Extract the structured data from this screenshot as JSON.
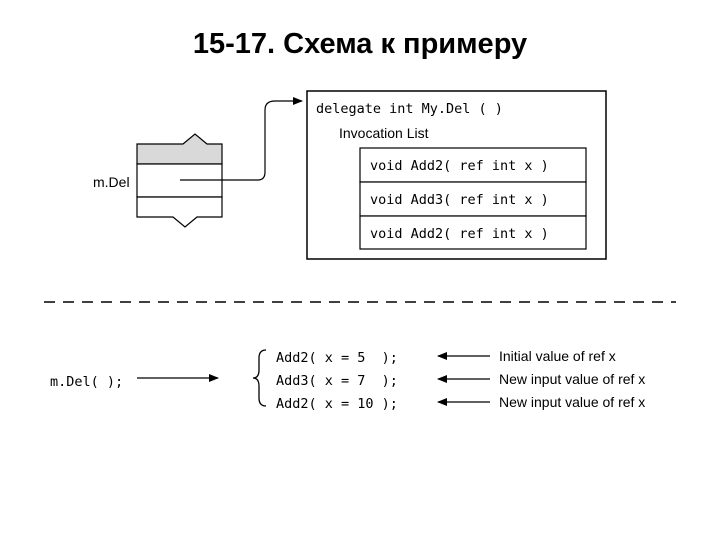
{
  "title": "15-17. Схема к примеру",
  "variable_label": "m.Del",
  "delegate": {
    "declaration": "delegate int My.Del  (   )",
    "list_title": "Invocation List",
    "entries": [
      "void Add2( ref int x )",
      "void Add3( ref int x )",
      "void Add2( ref int x )"
    ]
  },
  "invocation": {
    "call": "m.Del( );",
    "calls": [
      "Add2( x = 5  );",
      "Add3( x = 7  );",
      "Add2( x = 10 );"
    ],
    "notes": [
      "Initial value of ref x",
      "New input value of ref x",
      "New input value of ref x"
    ]
  },
  "colors": {
    "stroke": "#000000",
    "shaded_cell": "#d9d9d9"
  }
}
